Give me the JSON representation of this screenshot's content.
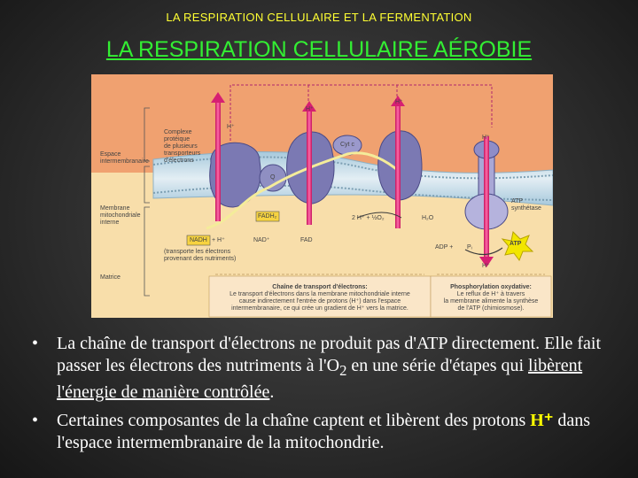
{
  "header": {
    "small_title": "LA RESPIRATION CELLULAIRE ET LA FERMENTATION",
    "title": "LA RESPIRATION CELLULAIRE AÉROBIE"
  },
  "figure": {
    "complex_label": [
      "Complexe",
      "protéique",
      "de plusieurs",
      "transporteurs",
      "d'électrons"
    ],
    "regions": {
      "intermembrane": [
        "Espace",
        "intermembranaire"
      ],
      "membrane": [
        "Membrane",
        "mitochondriale",
        "interne"
      ],
      "matrix": "Matrice"
    },
    "molecules": {
      "h": "H⁺",
      "cytc": "Cyt c",
      "q": "Q",
      "fadh2": "FADH₂",
      "nadh": "NADH",
      "plus_h": "+ H⁺",
      "nad": "NAD⁺",
      "fad": "FAD",
      "oxygen": "2 H⁺ + ½O₂",
      "water": "H₂O",
      "adp": "ADP +",
      "pi": "Pᵢ",
      "atp": "ATP",
      "synthase": [
        "ATP",
        "synthétase"
      ]
    },
    "nadh_note": [
      "(transporte les électrons",
      "provenant des nutriments)"
    ],
    "chain_box": {
      "title": "Chaîne de transport d'électrons:",
      "text": [
        "Le transport d'électrons dans la membrane mitochondriale interne",
        "cause indirectement l'entrée de protons (H⁺) dans l'espace",
        "intermembranaire, ce qui crée un gradient de H⁺ vers la matrice."
      ]
    },
    "phos_box": {
      "title": "Phosphorylation oxydative:",
      "text": [
        "Le reflux de H⁺ à travers",
        "la membrane alimente la synthèse",
        "de l'ATP (chimiosmose)."
      ]
    }
  },
  "bullets": [
    {
      "a": "La chaîne de transport d'électrons ne produit pas d'ATP directement.  Elle fait passer les électrons des nutriments à l'O",
      "sub": "2",
      "b": " en une série d'étapes qui ",
      "underlined": "libèrent l'énergie de manière contrôlée",
      "c": "."
    },
    {
      "a": "Certaines composantes de la chaîne captent et libèrent des protons ",
      "h": "H⁺",
      "b": " dans l'espace intermembranaire de la mitochondrie."
    }
  ],
  "colors": {
    "header": "#ffff33",
    "title": "#33ee33",
    "hplus": "#ffff00"
  }
}
